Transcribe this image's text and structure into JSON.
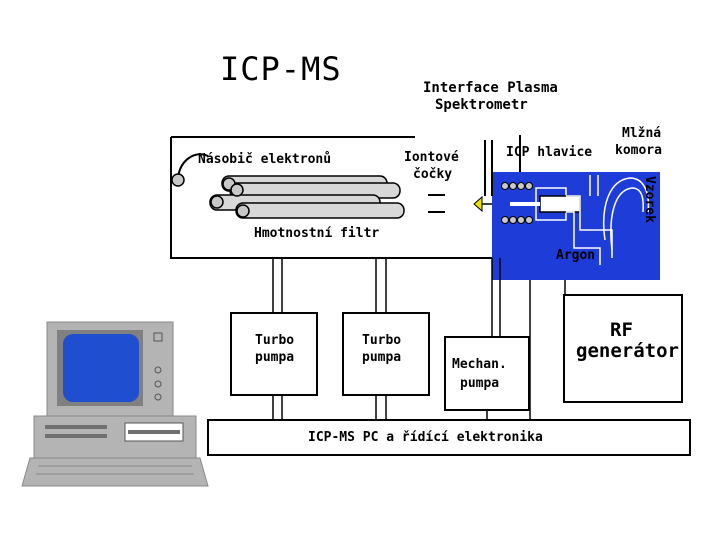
{
  "title": "ICP-MS",
  "labels": {
    "interface": "Interface Plasma",
    "spectrometer": "Spektrometr",
    "multiplier": "Násobič elektronů",
    "ion_lenses_1": "Iontové",
    "ion_lenses_2": "čočky",
    "icp_head": "ICP hlavice",
    "spray_chamber_1": "Mlžná",
    "spray_chamber_2": "komora",
    "sample": "Vzorek",
    "argon": "Argon",
    "mass_filter": "Hmotnostní filtr",
    "turbo_pump_a_1": "Turbo",
    "turbo_pump_a_2": "pumpa",
    "turbo_pump_b_1": "Turbo",
    "turbo_pump_b_2": "pumpa",
    "mech_pump_1": "Mechan.",
    "mech_pump_2": "pumpa",
    "rf_1": "RF",
    "rf_2": "generátor",
    "pc": "ICP-MS PC a řídící elektronika"
  },
  "colors": {
    "plasma_block": "#1e3cd8",
    "screen": "#1f4fd0",
    "computer": "#b4b4b4",
    "line": "#000000"
  }
}
